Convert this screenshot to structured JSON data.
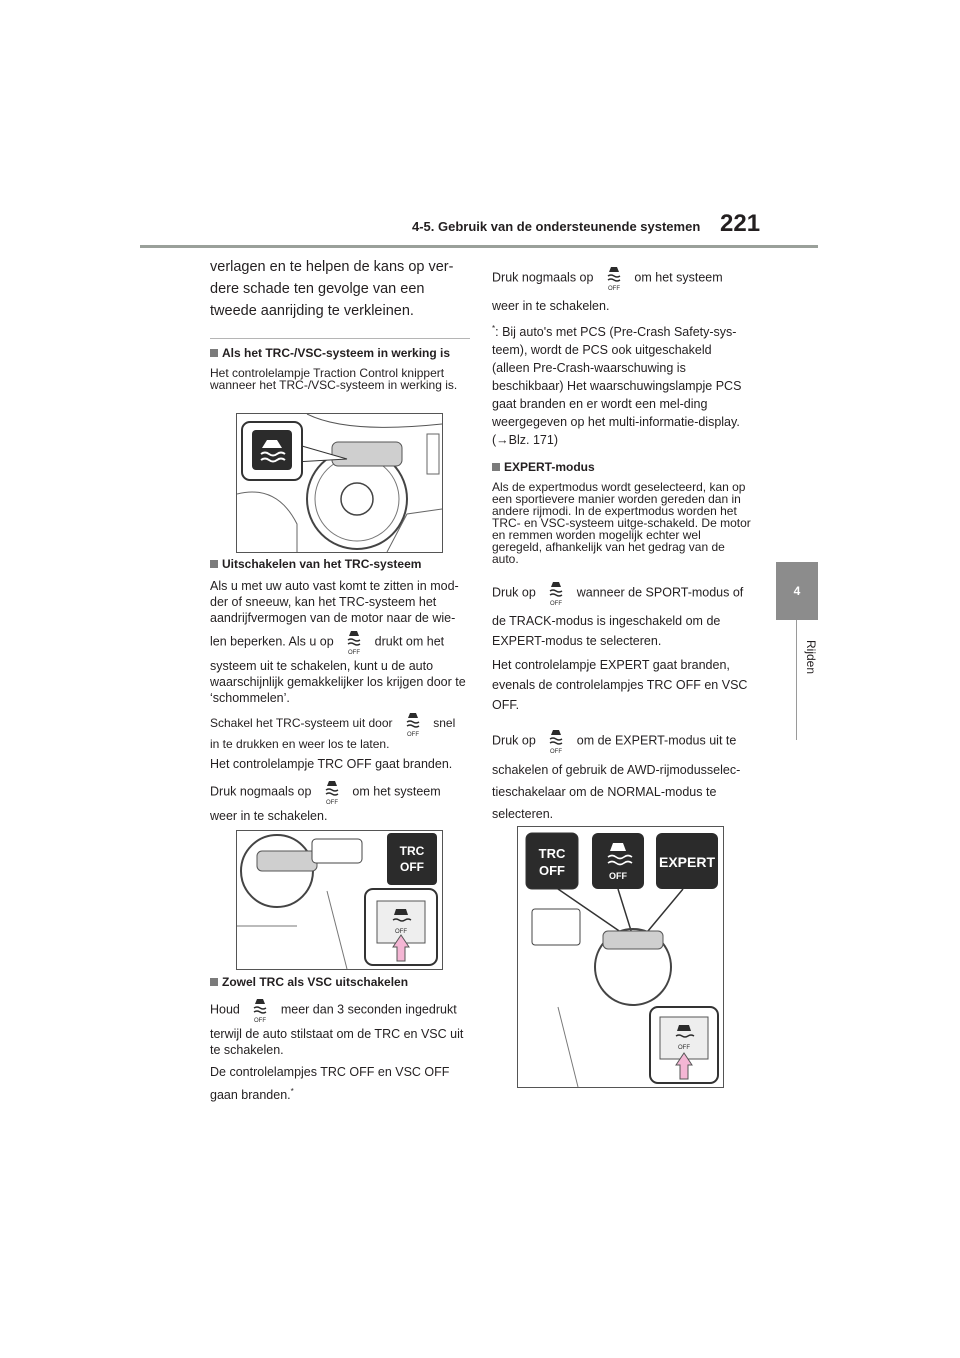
{
  "header": {
    "section_title": "4-5. Gebruik van de ondersteunende systemen",
    "page_number": "221"
  },
  "side_tab": {
    "chapter_number": "4",
    "chapter_label": "Rijden"
  },
  "left_column": {
    "intro": "verlagen en te helpen de kans op ver-\ndere schade ten gevolge van een\ntweede aanrijding te verkleinen.",
    "h1": "Als het TRC-/VSC-systeem in werking is",
    "p1": "Het controlelampje Traction Control knippert wanneer het TRC-/VSC-systeem in werking is.",
    "h2": "Uitschakelen van het TRC-systeem",
    "p2a": "Als u met uw auto vast komt te zitten in mod-der of sneeuw, kan het TRC-systeem het aandrijfvermogen van de motor naar de wie-",
    "p2b_pre": "len beperken. Als u op",
    "p2b_post": "drukt om het",
    "p2c": "systeem uit te schakelen, kunt u de auto waarschijnlijk gemakkelijker los krijgen door te ‘schommelen’.",
    "p3_pre": "Schakel het TRC-systeem uit door",
    "p3_post": "snel",
    "p3b": "in te drukken en weer los te laten.",
    "p4": "Het controlelampje TRC OFF gaat branden.",
    "p5_pre": "Druk nogmaals op",
    "p5_post": "om het systeem",
    "p5b": "weer in te schakelen.",
    "h3": "Zowel TRC als VSC uitschakelen",
    "p6_pre": "Houd",
    "p6_post": "meer dan 3 seconden ingedrukt",
    "p6b": "terwijl de auto stilstaat om de TRC en VSC uit te schakelen.",
    "p7": "De controlelampjes TRC OFF en VSC OFF",
    "p7b": "gaan branden.",
    "p7_star": "*"
  },
  "right_column": {
    "p1_pre": "Druk nogmaals op",
    "p1_post": "om het systeem",
    "p1b": "weer in te schakelen.",
    "footnote_star": "*",
    "footnote": ": Bij auto's met PCS (Pre-Crash Safety-sys-teem), wordt de PCS ook uitgeschakeld (alleen Pre-Crash-waarschuwing is beschikbaar) Het waarschuwingslampje PCS gaat branden en er wordt een mel-ding weergegeven op het multi-informatie-display. (→Blz. 171)",
    "h4": "EXPERT-modus",
    "p2": "Als de expertmodus wordt geselecteerd, kan op een sportievere manier worden gereden dan in andere rijmodi. In de expertmodus worden het TRC- en VSC-systeem uitge-schakeld. De motor en remmen worden mogelijk echter wel geregeld, afhankelijk van het gedrag van de auto.",
    "p3_pre": "Druk op",
    "p3_post": "wanneer de SPORT-modus of",
    "p3b": "de TRACK-modus is ingeschakeld om de EXPERT-modus te selecteren.",
    "p4": "Het controlelampje EXPERT gaat branden, evenals de controlelampjes TRC OFF en VSC OFF.",
    "p5_pre": "Druk op",
    "p5_post": "om de EXPERT-modus uit te",
    "p5b": "schakelen of gebruik de AWD-rijmodusselec-tieschakelaar om de NORMAL-modus te selecteren."
  },
  "figures": {
    "trc_label_1": "TRC",
    "trc_label_2": "OFF",
    "off_label": "OFF",
    "expert_label": "EXPERT"
  },
  "colors": {
    "tab_grey": "#8c8c8c",
    "arrow_pink": "#f4b6d4",
    "icon_dark": "#2b2b2b"
  }
}
